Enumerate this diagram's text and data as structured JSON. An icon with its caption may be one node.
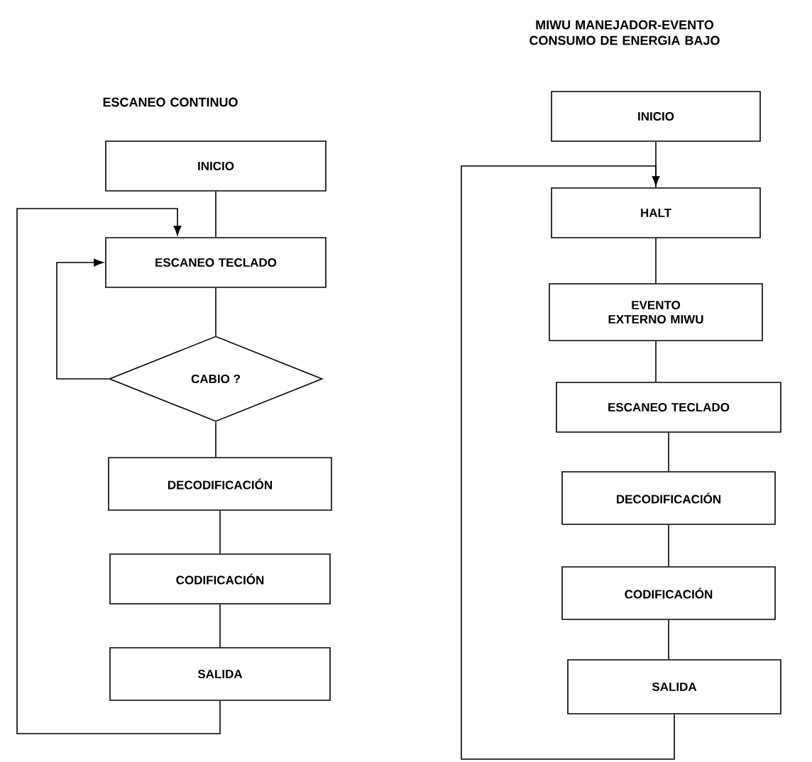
{
  "diagram": {
    "nodes": [
      {
        "text": [
          "INICIO"
        ]
      },
      {
        "text": [
          "ESCANEO TECLADO"
        ]
      },
      {
        "text": [
          "CABIO ?"
        ]
      },
      {
        "text": [
          "DECODIFICACIÓN"
        ]
      },
      {
        "text": [
          "CODIFICACIÓN"
        ]
      },
      {
        "text": [
          "SALIDA"
        ]
      },
      {
        "text": [
          "INICIO"
        ]
      },
      {
        "text": [
          "HALT"
        ]
      },
      {
        "text": [
          "EVENTO EXTERNO MIWU"
        ]
      },
      {
        "text": [
          "ESCANEO TECLADO"
        ]
      },
      {
        "text": [
          "DECODIFICACIÓN"
        ]
      },
      {
        "text": [
          "CODIFICACIÓN"
        ]
      },
      {
        "text": [
          "SALIDA"
        ]
      }
    ],
    "edges": [
      {
        "from": 0,
        "to": 1,
        "arrow": "none"
      },
      {
        "from": 1,
        "to": 2,
        "arrow": "none"
      },
      {
        "from": 2,
        "to": 3,
        "arrow": "none"
      },
      {
        "from": 3,
        "to": 4,
        "arrow": "none"
      },
      {
        "from": 4,
        "to": 5,
        "arrow": "none"
      },
      {
        "from": 2,
        "to": 1,
        "arrow": "to"
      },
      {
        "from": 5,
        "to": 1,
        "arrow": "to"
      },
      {
        "from": 6,
        "to": 7,
        "arrow": "none"
      },
      {
        "from": 7,
        "to": 8,
        "arrow": "none"
      },
      {
        "from": 8,
        "to": 9,
        "arrow": "none"
      },
      {
        "from": 9,
        "to": 10,
        "arrow": "none"
      },
      {
        "from": 10,
        "to": 11,
        "arrow": "none"
      },
      {
        "from": 11,
        "to": 12,
        "arrow": "none"
      },
      {
        "from": 12,
        "to": 7,
        "arrow": "to"
      }
    ],
    "labels": [
      "MIWU MANEJADOR-EVENTO CONSUMO DE ENERGIA BAJO",
      "ESCANEO CONTINUO"
    ]
  }
}
